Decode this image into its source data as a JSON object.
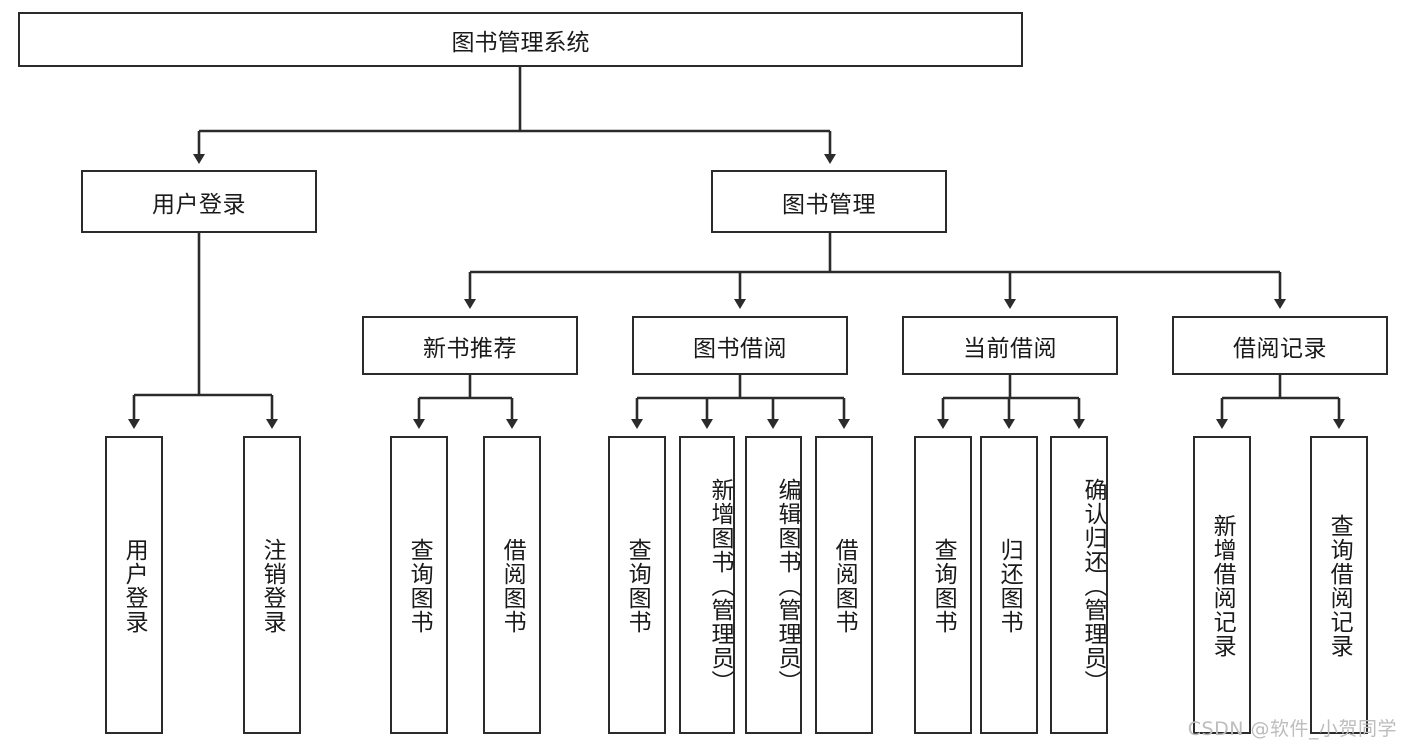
{
  "diagram": {
    "title": "图书管理系统",
    "type": "tree",
    "watermark": "CSDN @软件_小贺同学",
    "colors": {
      "stroke": "#2b2b2b",
      "fill": "#ffffff",
      "text": "#1a1a1a",
      "watermark": "#bdbdbd"
    },
    "root": {
      "label": "图书管理系统"
    },
    "level2": [
      {
        "label": "用户登录"
      },
      {
        "label": "图书管理"
      }
    ],
    "level3": [
      {
        "label": "新书推荐"
      },
      {
        "label": "图书借阅"
      },
      {
        "label": "当前借阅"
      },
      {
        "label": "借阅记录"
      }
    ],
    "leaves": {
      "user_login": [
        {
          "label": "用户登录"
        },
        {
          "label": "注销登录"
        }
      ],
      "new_book": [
        {
          "label": "查询图书"
        },
        {
          "label": "借阅图书"
        }
      ],
      "book_borrow": [
        {
          "label": "查询图书"
        },
        {
          "label": "新增图书（管理员）"
        },
        {
          "label": "编辑图书（管理员）"
        },
        {
          "label": "借阅图书"
        }
      ],
      "current_borrow": [
        {
          "label": "查询图书"
        },
        {
          "label": "归还图书"
        },
        {
          "label": "确认归还（管理员）"
        }
      ],
      "borrow_record": [
        {
          "label": "新增借阅记录"
        },
        {
          "label": "查询借阅记录"
        }
      ]
    }
  }
}
